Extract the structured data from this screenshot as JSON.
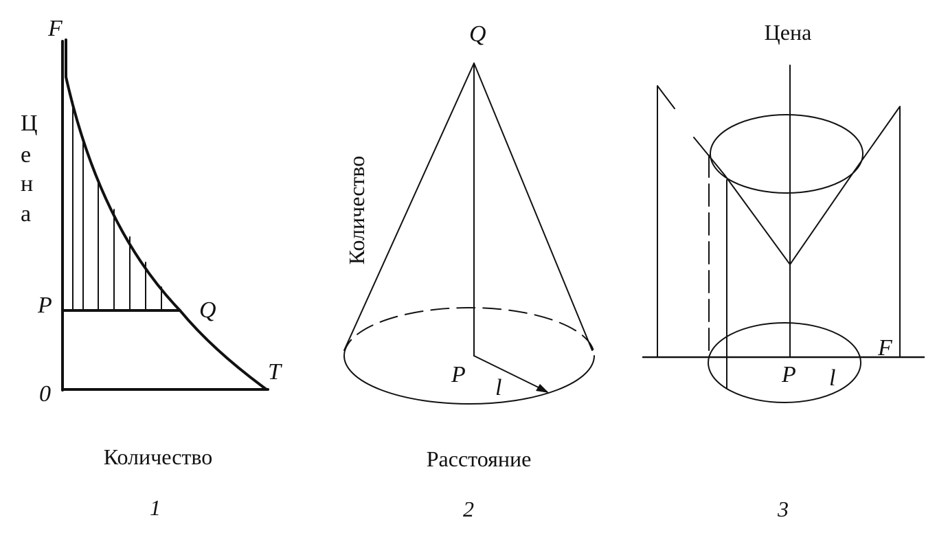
{
  "diagram1": {
    "axis_y_letters": [
      "Ц",
      "е",
      "н",
      "а"
    ],
    "axis_x_label": "Количество",
    "point_F": "F",
    "point_P": "P",
    "point_Q": "Q",
    "point_T": "T",
    "point_0": "0",
    "figure_number": "1"
  },
  "diagram2": {
    "apex_label": "Q",
    "side_label": "Количество",
    "base_label": "Расстояние",
    "center_label": "P",
    "radius_label": "l",
    "figure_number": "2"
  },
  "diagram3": {
    "top_label": "Цена",
    "center_label": "P",
    "radius_label": "l",
    "point_F": "F",
    "figure_number": "3"
  },
  "colors": {
    "ink": "#111111",
    "background": "#ffffff"
  }
}
